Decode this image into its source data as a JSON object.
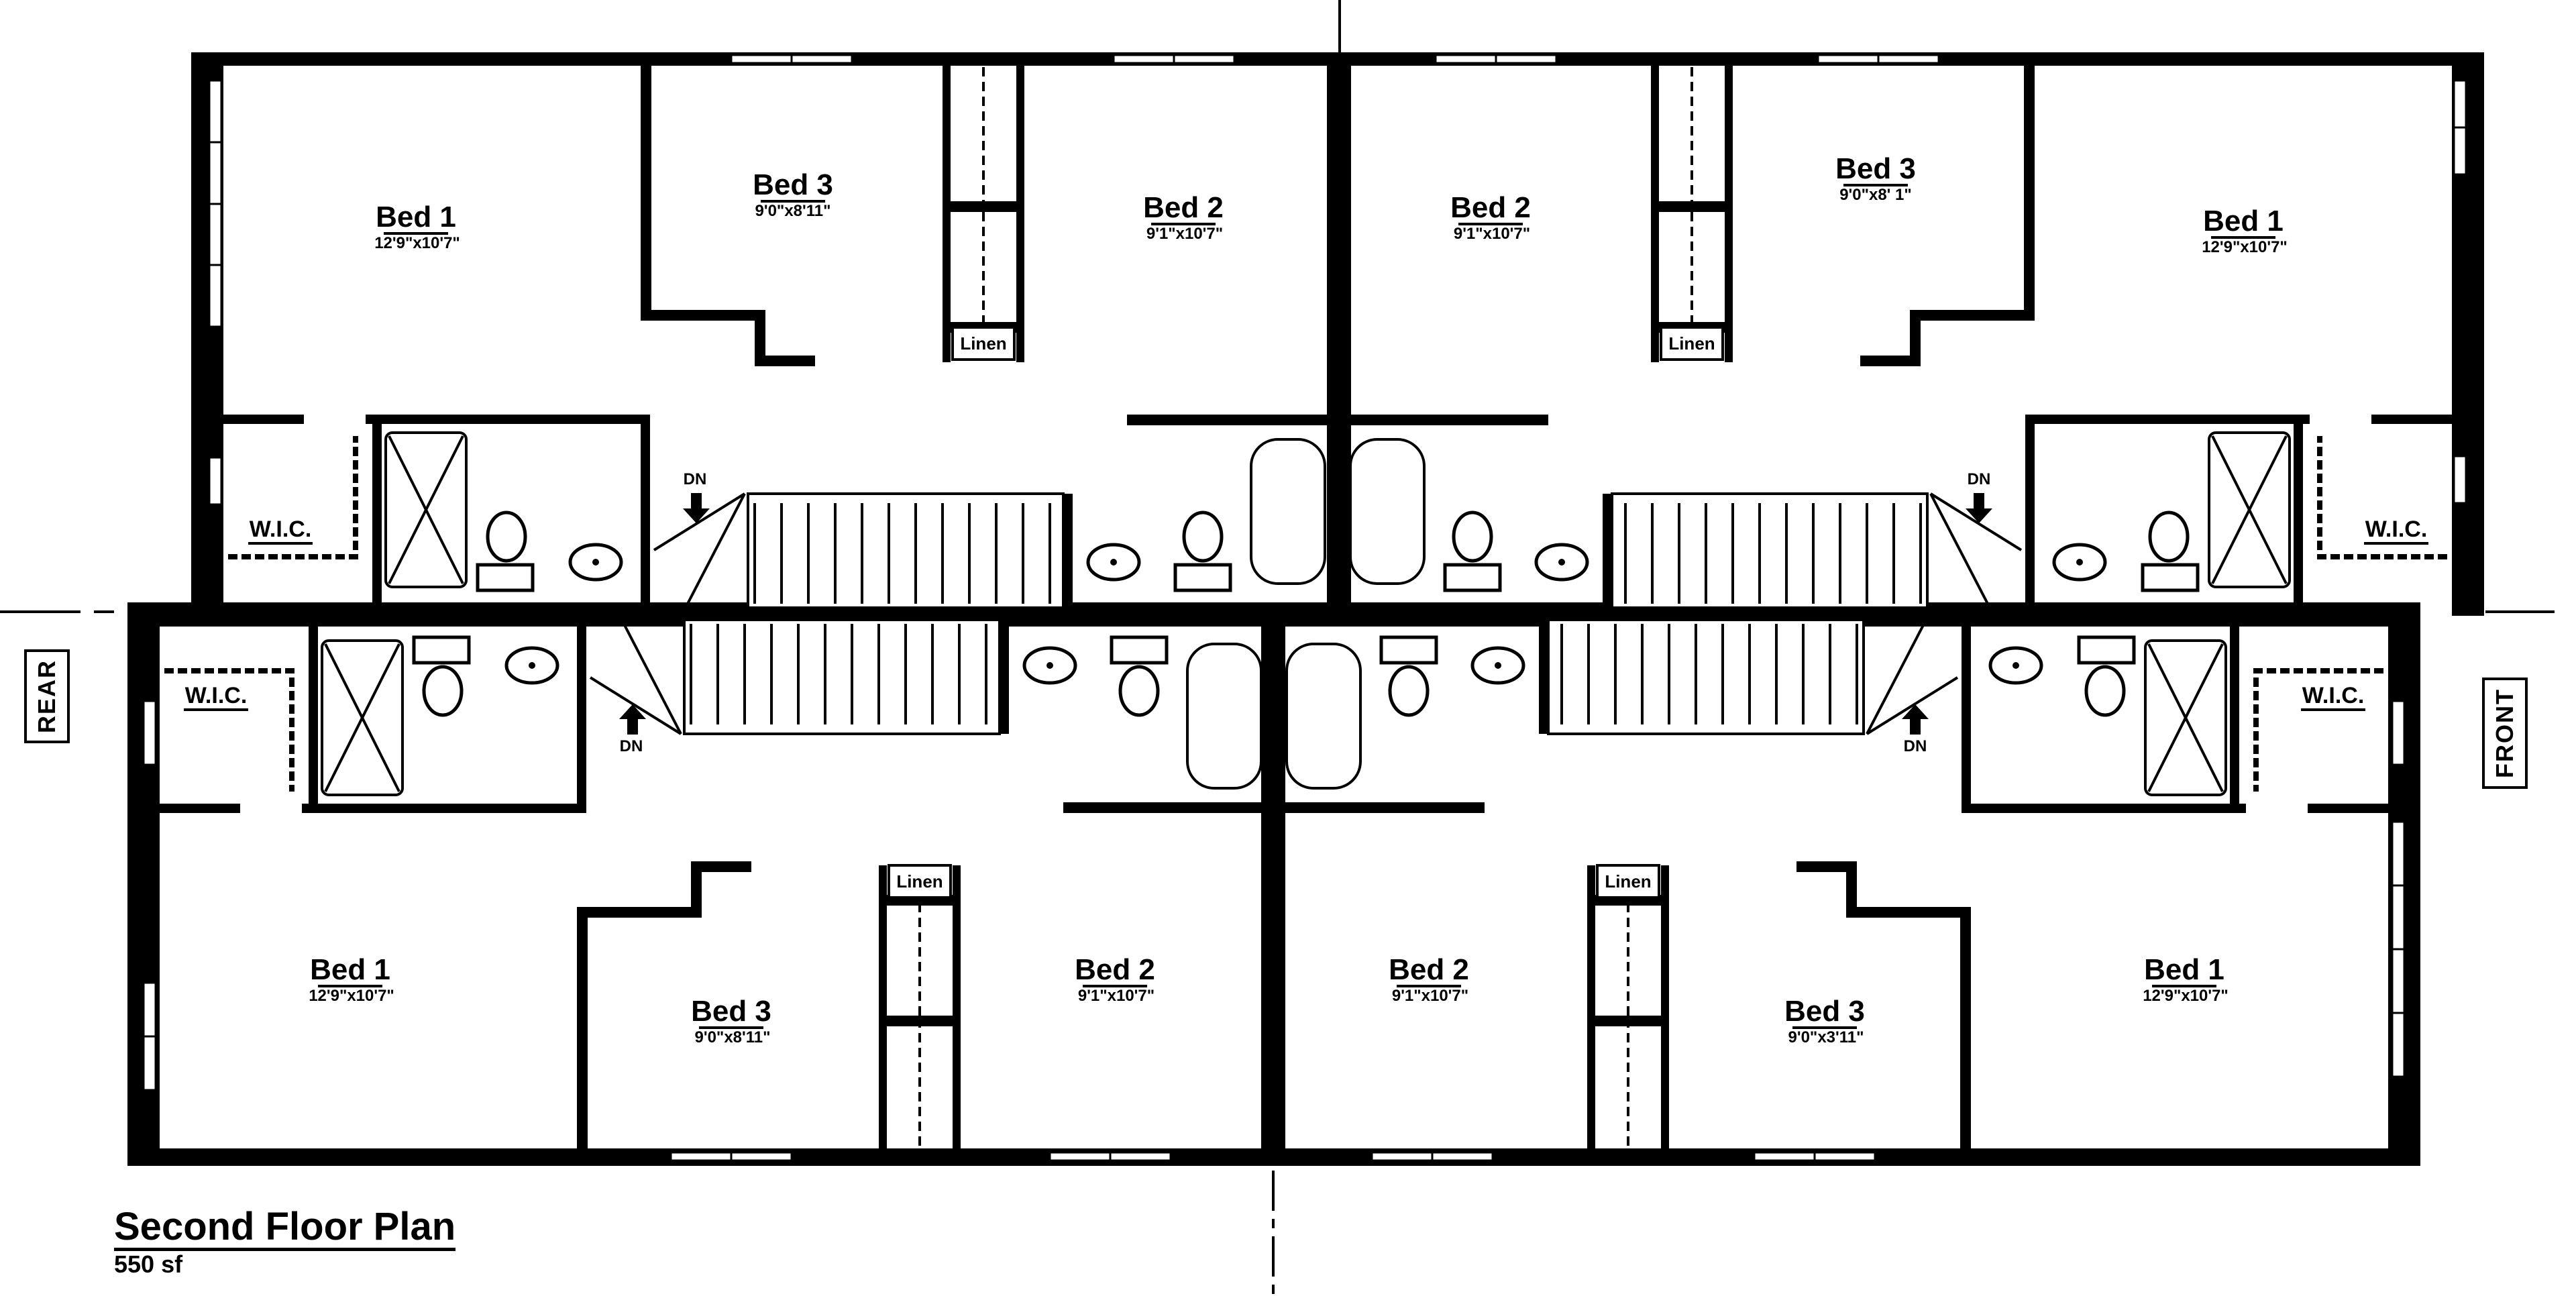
{
  "title": {
    "plan_name": "Second Floor Plan",
    "area": "550 sf"
  },
  "orientation": {
    "left": "REAR",
    "right": "FRONT"
  },
  "labels": {
    "wic": "W.I.C.",
    "linen": "Linen",
    "dn": "DN"
  },
  "units": [
    {
      "position": "top-left",
      "rooms": [
        {
          "name": "Bed 1",
          "dims": "12'9\"x10'7\""
        },
        {
          "name": "Bed 3",
          "dims": "9'0\"x8'11\""
        },
        {
          "name": "Bed 2",
          "dims": "9'1\"x10'7\""
        }
      ]
    },
    {
      "position": "top-right",
      "rooms": [
        {
          "name": "Bed 2",
          "dims": "9'1\"x10'7\""
        },
        {
          "name": "Bed 3",
          "dims": "9'0\"x8' 1\""
        },
        {
          "name": "Bed 1",
          "dims": "12'9\"x10'7\""
        }
      ]
    },
    {
      "position": "bottom-left",
      "rooms": [
        {
          "name": "Bed 1",
          "dims": "12'9\"x10'7\""
        },
        {
          "name": "Bed 3",
          "dims": "9'0\"x8'11\""
        },
        {
          "name": "Bed 2",
          "dims": "9'1\"x10'7\""
        }
      ]
    },
    {
      "position": "bottom-right",
      "rooms": [
        {
          "name": "Bed 2",
          "dims": "9'1\"x10'7\""
        },
        {
          "name": "Bed 3",
          "dims": "9'0\"x3'11\""
        },
        {
          "name": "Bed 1",
          "dims": "12'9\"x10'7\""
        }
      ]
    }
  ],
  "colors": {
    "wall": "#000000",
    "background": "#ffffff"
  }
}
